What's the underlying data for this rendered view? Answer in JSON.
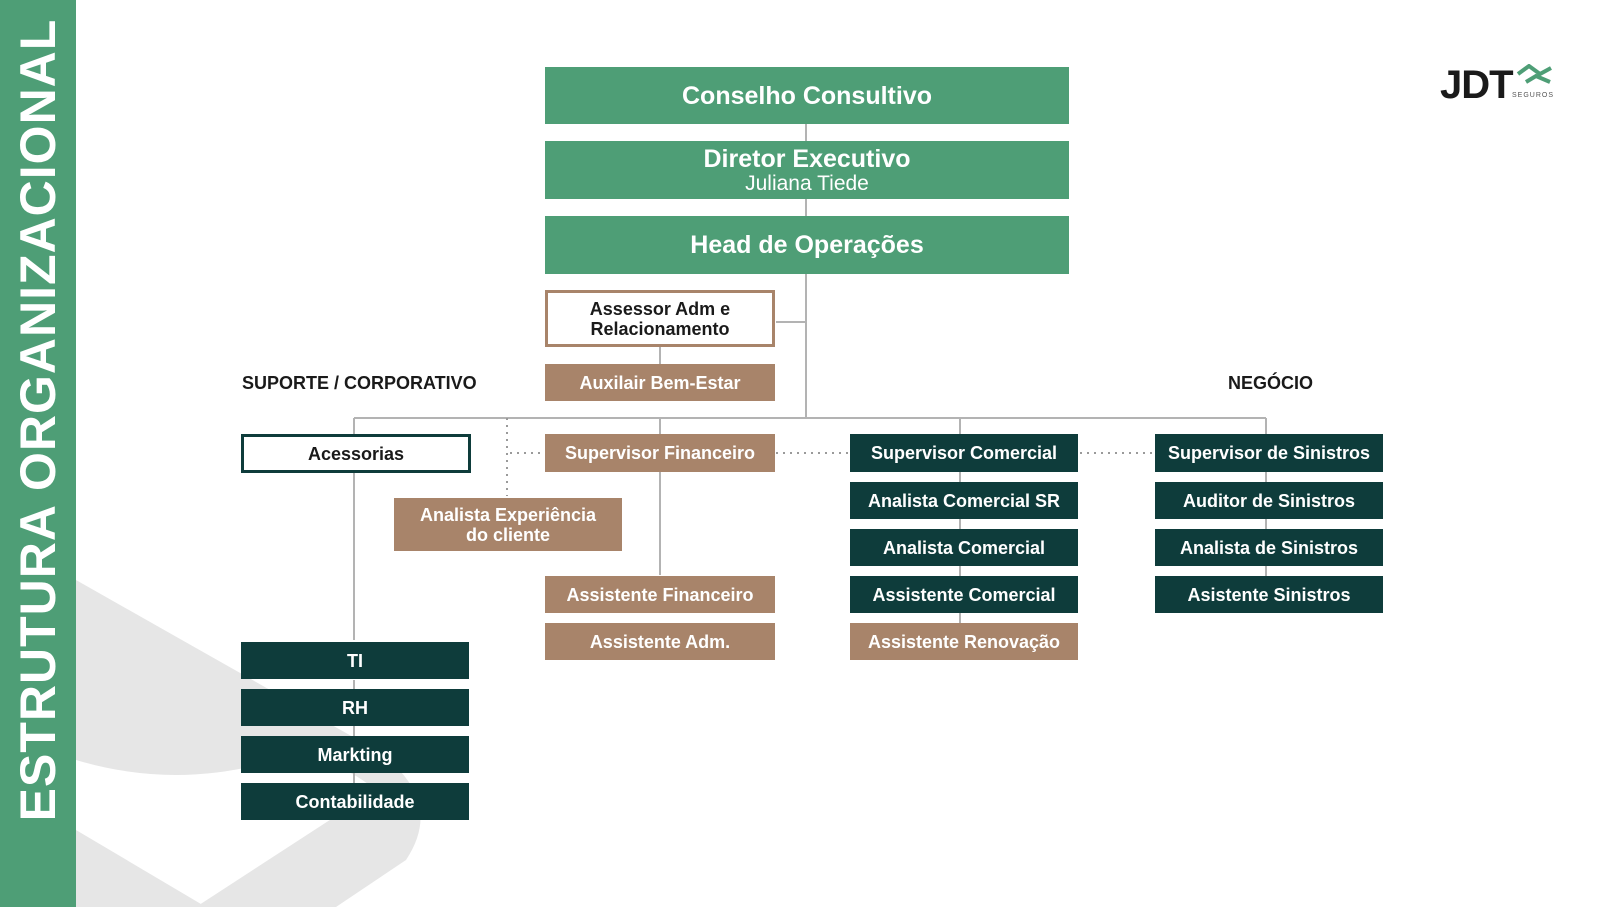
{
  "sidebar": {
    "title": "ESTRUTURA ORGANIZACIONAL"
  },
  "logo": {
    "brand": "JDT",
    "subtitle": "SEGUROS"
  },
  "top": {
    "conselho": "Conselho Consultivo",
    "diretor": "Diretor Executivo",
    "diretor_name": "Juliana Tiede",
    "head": "Head de Operações"
  },
  "staff": {
    "assessor": "Assessor Adm e Relacionamento",
    "auxiliar": "Auxilair Bem-Estar"
  },
  "sections": {
    "suporte": "SUPORTE / CORPORATIVO",
    "negocio": "NEGÓCIO"
  },
  "suporte": {
    "acessorias": "Acessorias",
    "analista_exp": "Analista Experiência do cliente",
    "units": [
      "TI",
      "RH",
      "Markting",
      "Contabilidade"
    ]
  },
  "financeiro": {
    "supervisor": "Supervisor Financeiro",
    "members": [
      "Assistente Financeiro",
      "Assistente Adm."
    ]
  },
  "comercial": {
    "supervisor": "Supervisor Comercial",
    "members": [
      "Analista Comercial SR",
      "Analista Comercial",
      "Assistente Comercial",
      "Assistente Renovação"
    ]
  },
  "sinistros": {
    "supervisor": "Supervisor de Sinistros",
    "members": [
      "Auditor de Sinistros",
      "Analista de Sinistros",
      "Asistente Sinistros"
    ]
  },
  "colors": {
    "primary_green": "#4e9e76",
    "dark_teal": "#0e3c3b",
    "brown": "#a8846a",
    "line_gray": "#b3b3b3"
  }
}
